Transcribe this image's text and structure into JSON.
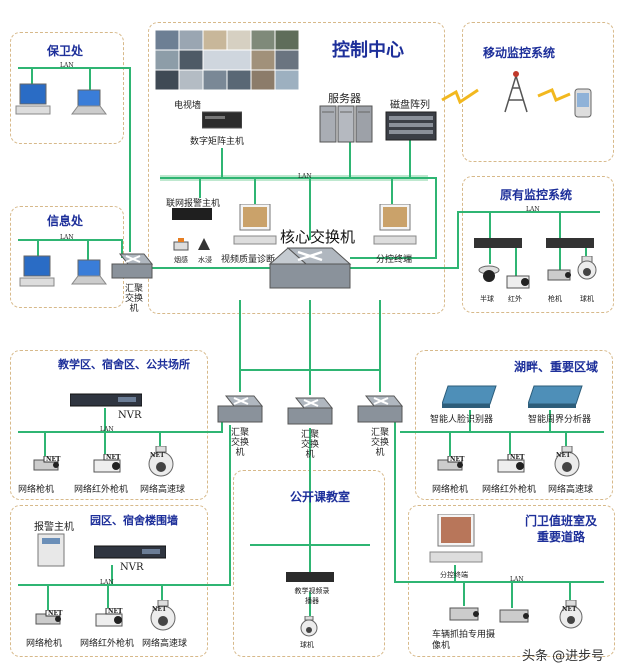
{
  "zones": {
    "baowei": "保卫处",
    "xinxi": "信息处",
    "control": "控制中心",
    "mobile": "移动监控系统",
    "legacy": "原有监控系统",
    "teaching": "教学区、宿舍区、公共场所",
    "lake": "湖畔、重要区域",
    "campus": "园区、宿舍楼围墙",
    "classroom": "公开课教室",
    "gate_line1": "门卫值班室及",
    "gate_line2": "重要道路"
  },
  "labels": {
    "tv_wall": "电视墙",
    "matrix": "数字矩阵主机",
    "server": "服务器",
    "disk_array": "磁盘阵列",
    "alarm_host_ctrl": "联网报警主机",
    "smoke": "烟感",
    "water": "水浸",
    "video_diag": "视频质量诊断",
    "core_switch": "核心交换机",
    "sub_terminal": "分控终端",
    "agg_switch": "汇聚交换机",
    "legacy_cams": [
      "半球",
      "红外",
      "枪机",
      "球机"
    ],
    "nvr": "NVR",
    "net_gun": "网络枪机",
    "net_ir_gun": "网络红外枪机",
    "net_dome": "网络高速球",
    "face_server": "智能人脸识别器",
    "perimeter_analyzer": "智能周界分析器",
    "alarm_host": "报警主机",
    "teaching_video": "教学视频录播器",
    "dome_cam": "球机",
    "sub_terminal2": "分控终端",
    "plate_cam": "车辆抓拍专用摄像机",
    "lan": "LAN",
    "net_badge": "NET"
  },
  "watermark": "头条 @进步号",
  "colors": {
    "line": "#2fb573",
    "title": "#1d2f9a",
    "zone_border": "#d7b98a"
  }
}
